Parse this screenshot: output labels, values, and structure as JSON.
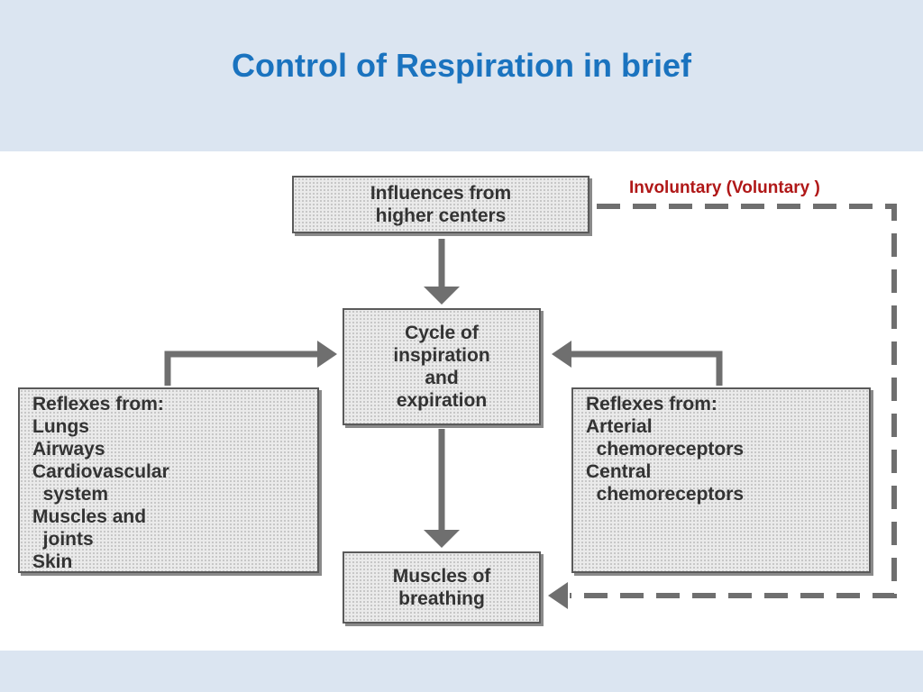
{
  "title": "Control of Respiration in brief",
  "annotation": "Involuntary (Voluntary )",
  "boxes": {
    "higher_centers": {
      "lines": [
        "Influences from",
        "higher centers"
      ]
    },
    "cycle": {
      "lines": [
        "Cycle of",
        "inspiration",
        "and",
        "expiration"
      ]
    },
    "muscles": {
      "lines": [
        "Muscles of",
        "breathing"
      ]
    },
    "left_reflexes": {
      "lines": [
        "Reflexes from:",
        "Lungs",
        "Airways",
        "Cardiovascular",
        "  system",
        "Muscles and",
        "  joints",
        "Skin"
      ]
    },
    "right_reflexes": {
      "lines": [
        "Reflexes from:",
        "Arterial",
        "  chemoreceptors",
        "Central",
        "  chemoreceptors"
      ]
    }
  },
  "colors": {
    "title": "#1a73bf",
    "annotation": "#b01818",
    "arrow": "#6f6f6f",
    "background": "#dbe5f1"
  }
}
